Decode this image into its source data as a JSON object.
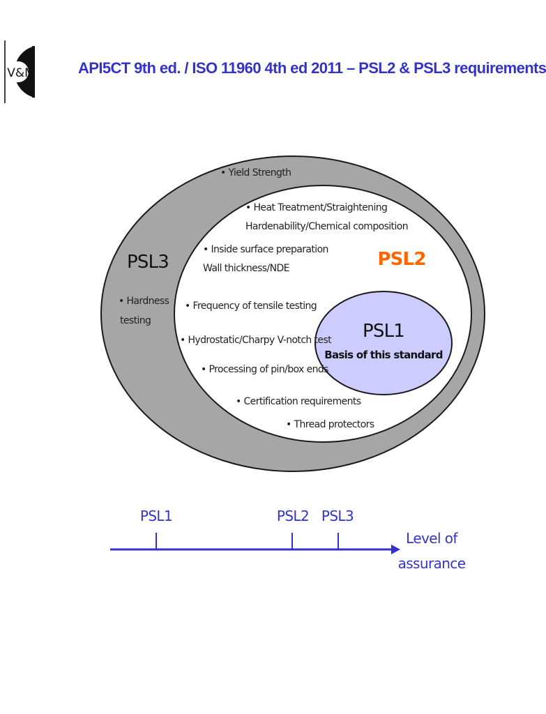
{
  "header": {
    "logo_text": "V&M",
    "title": "API5CT 9th ed. / ISO 11960 4th ed 2011 – PSL2 & PSL3 requirements"
  },
  "diagram": {
    "psl3": {
      "label": "PSL3",
      "items": [
        "• Yield Strength",
        "• Hardness",
        "testing"
      ]
    },
    "psl2": {
      "label": "PSL2",
      "items": [
        "• Heat Treatment/Straightening",
        "Hardenability/Chemical composition",
        "• Inside surface preparation",
        "Wall thickness/NDE",
        "• Frequency of tensile testing",
        "• Hydrostatic/Charpy V-notch test",
        "• Processing of pin/box ends",
        "• Certification requirements",
        "• Thread protectors"
      ]
    },
    "psl1": {
      "label": "PSL1",
      "subtitle": "Basis of this standard"
    }
  },
  "scale": {
    "ticks": [
      "PSL1",
      "PSL2",
      "PSL3"
    ],
    "axis_label_line1": "Level of",
    "axis_label_line2": "assurance"
  },
  "colors": {
    "title": "#3333cc",
    "psl3_fill": "#a6a6a6",
    "psl2_fill": "#ffffff",
    "psl1_fill": "#ccccff",
    "psl2_label": "#ff6600",
    "axis": "#3333cc"
  }
}
